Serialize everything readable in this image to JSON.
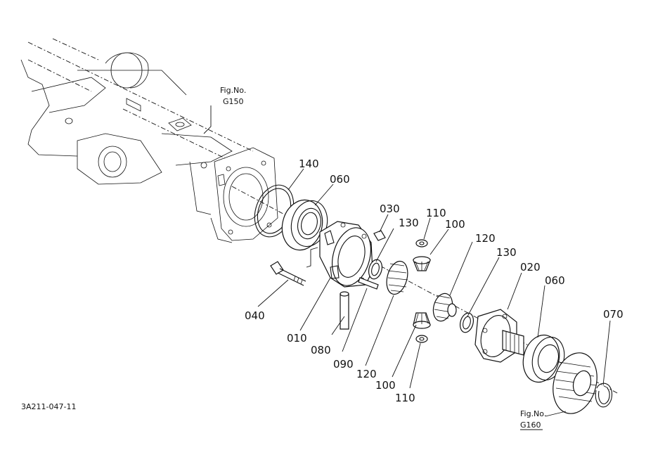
{
  "diagram_id": "3A211-047-11",
  "figure_refs": [
    {
      "id": "fig-g150",
      "line1": "Fig.No.",
      "line2": "G150"
    },
    {
      "id": "fig-g160",
      "line1": "Fig.No.",
      "line2": "G160"
    }
  ],
  "callouts": {
    "p140": "140",
    "p060a": "060",
    "p030": "030",
    "p130a": "130",
    "p110a": "110",
    "p100a": "100",
    "p120a": "120",
    "p130b": "130",
    "p020": "020",
    "p060b": "060",
    "p070": "070",
    "p040": "040",
    "p010": "010",
    "p080": "080",
    "p090": "090",
    "p120b": "120",
    "p100b": "100",
    "p110b": "110"
  }
}
